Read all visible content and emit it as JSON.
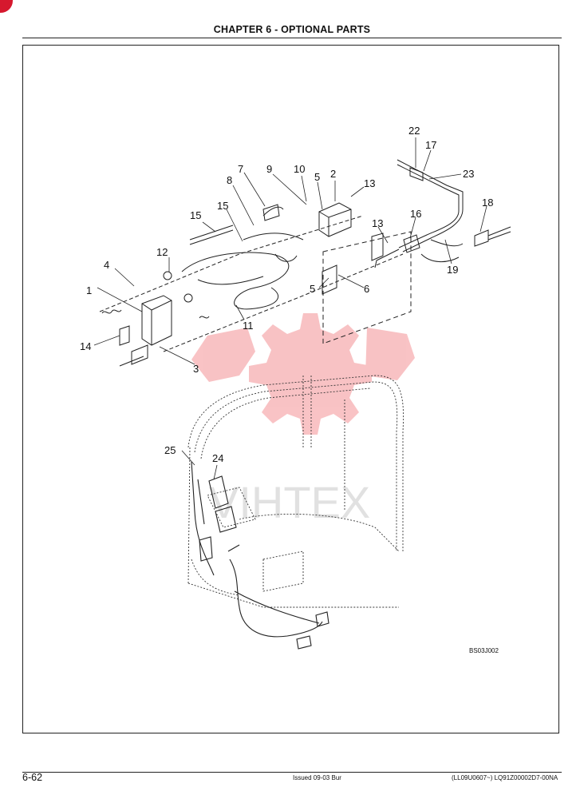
{
  "header": {
    "chapter_title": "CHAPTER 6 - OPTIONAL PARTS"
  },
  "figure": {
    "reference_code": "BS03J002",
    "watermark_text": "VIHTEX",
    "callouts": [
      "22",
      "17",
      "23",
      "7",
      "9",
      "10",
      "5",
      "2",
      "13",
      "18",
      "8",
      "15",
      "16",
      "15",
      "13",
      "19",
      "12",
      "4",
      "1",
      "5",
      "6",
      "11",
      "14",
      "3",
      "25",
      "24"
    ]
  },
  "footer": {
    "page_number": "6-62",
    "issued": "Issued 09-03   Bur",
    "model_code": "(LL09U0607~)   LQ91Z00002D7-00NA"
  },
  "colors": {
    "watermark": "#e8292e",
    "accent": "#d6182e",
    "ink": "#111111"
  }
}
